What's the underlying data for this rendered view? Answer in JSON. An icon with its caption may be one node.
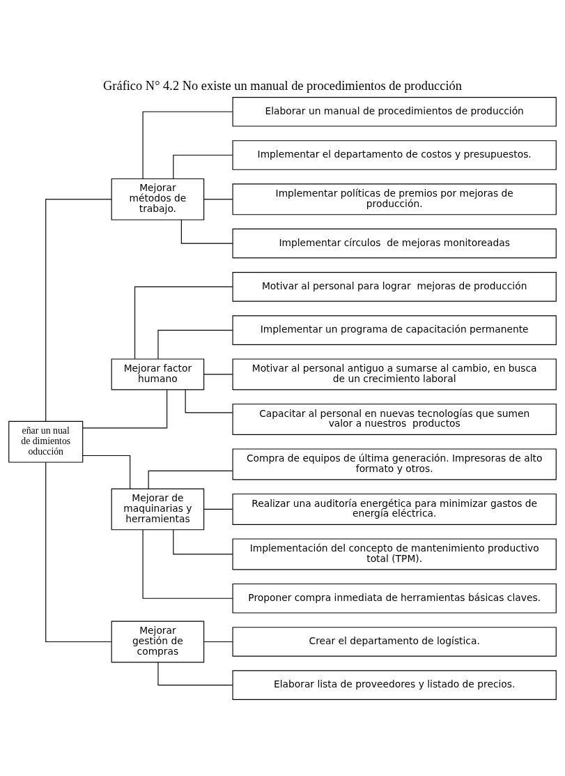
{
  "diagram": {
    "title": "Gráfico N° 4.2 No existe un manual de procedimientos de producción",
    "nodes": [
      {
        "text": [
          "eñar un nual de dimientos oducción"
        ]
      },
      {
        "text": [
          "Mejorar métodos de trabajo."
        ]
      },
      {
        "text": [
          "Elaborar un manual de procedimientos de producción"
        ]
      },
      {
        "text": [
          "Implementar el departamento de costos y presupuestos."
        ]
      },
      {
        "text": [
          "Implementar políticas de premios por mejoras de producción."
        ]
      },
      {
        "text": [
          "Implementar círculos  de mejoras monitoreadas"
        ]
      },
      {
        "text": [
          "Mejorar factor humano"
        ]
      },
      {
        "text": [
          "Motivar al personal para lograr  mejoras de producción"
        ]
      },
      {
        "text": [
          "Implementar un programa de capacitación permanente"
        ]
      },
      {
        "text": [
          "Motivar al personal antiguo a sumarse al cambio, en busca de un crecimiento laboral"
        ]
      },
      {
        "text": [
          "Capacitar al personal en nuevas tecnologías que sumen valor a nuestros  productos"
        ]
      },
      {
        "text": [
          "Mejorar de maquinarias y herramientas"
        ]
      },
      {
        "text": [
          "Compra de equipos de última generación. Impresoras de alto formato y otros."
        ]
      },
      {
        "text": [
          "Realizar una auditoría energética para minimizar gastos de energía eléctrica."
        ]
      },
      {
        "text": [
          "Implementación del concepto de mantenimiento productivo total (TPM)."
        ]
      },
      {
        "text": [
          "Proponer compra inmediata de herramientas básicas claves."
        ]
      },
      {
        "text": [
          "Mejorar gestión de compras"
        ]
      },
      {
        "text": [
          "Crear el departamento de logística."
        ]
      },
      {
        "text": [
          "Elaborar lista de proveedores y listado de precios."
        ]
      }
    ],
    "edges": [
      {
        "from": 0,
        "to": 1,
        "arrow": "none"
      },
      {
        "from": 1,
        "to": 2,
        "arrow": "none"
      },
      {
        "from": 1,
        "to": 3,
        "arrow": "none"
      },
      {
        "from": 1,
        "to": 4,
        "arrow": "none"
      },
      {
        "from": 1,
        "to": 5,
        "arrow": "none"
      },
      {
        "from": 0,
        "to": 6,
        "arrow": "none"
      },
      {
        "from": 6,
        "to": 7,
        "arrow": "none"
      },
      {
        "from": 6,
        "to": 8,
        "arrow": "none"
      },
      {
        "from": 6,
        "to": 9,
        "arrow": "none"
      },
      {
        "from": 6,
        "to": 10,
        "arrow": "none"
      },
      {
        "from": 0,
        "to": 11,
        "arrow": "none"
      },
      {
        "from": 11,
        "to": 12,
        "arrow": "none"
      },
      {
        "from": 11,
        "to": 13,
        "arrow": "none"
      },
      {
        "from": 11,
        "to": 14,
        "arrow": "none"
      },
      {
        "from": 11,
        "to": 15,
        "arrow": "none"
      },
      {
        "from": 0,
        "to": 16,
        "arrow": "none"
      },
      {
        "from": 16,
        "to": 17,
        "arrow": "none"
      },
      {
        "from": 16,
        "to": 18,
        "arrow": "none"
      }
    ]
  }
}
